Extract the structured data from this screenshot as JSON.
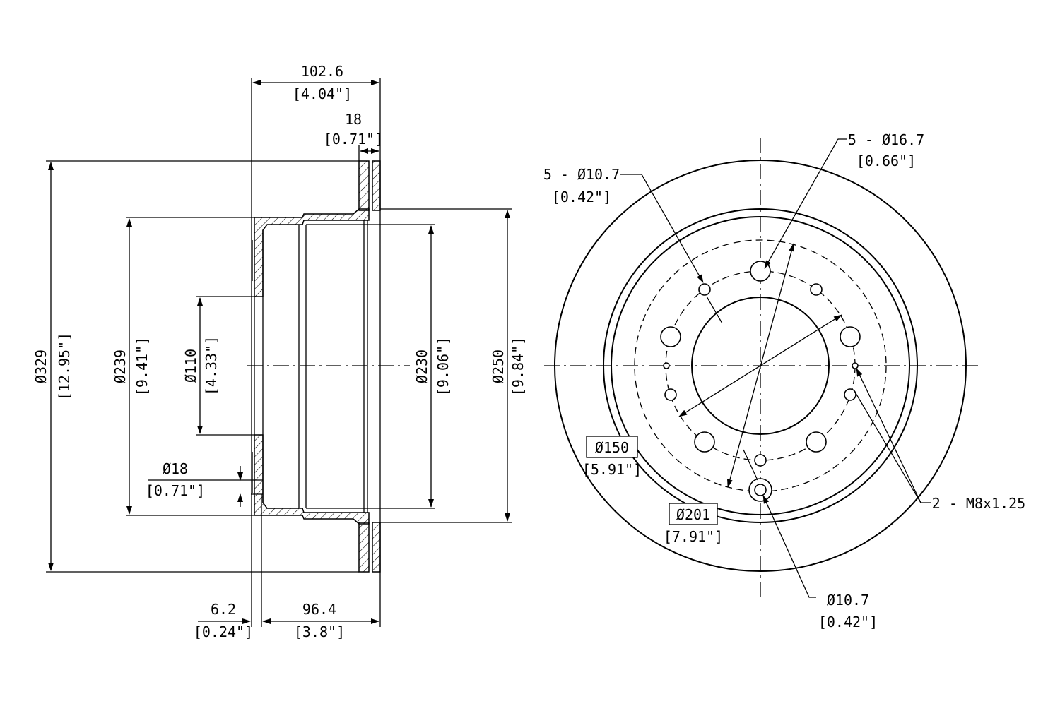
{
  "side_view": {
    "overall_width": {
      "mm": "102.6",
      "in": "[4.04\"]"
    },
    "rotor_thickness": {
      "mm": "18",
      "in": "[0.71\"]"
    },
    "outer_diameter": {
      "mm": "Ø329",
      "in": "[12.95\"]"
    },
    "hat_outer_diameter": {
      "mm": "Ø239",
      "in": "[9.41\"]"
    },
    "center_bore": {
      "mm": "Ø110",
      "in": "[4.33\"]"
    },
    "hat_inner_diameter": {
      "mm": "Ø230",
      "in": "[9.06\"]"
    },
    "hat_shoulder_diameter": {
      "mm": "Ø250",
      "in": "[9.84\"]"
    },
    "bolt_hole_detail": {
      "mm": "Ø18",
      "in": "[0.71\"]"
    },
    "hat_face_thickness": {
      "mm": "6.2",
      "in": "[0.24\"]"
    },
    "hat_height": {
      "mm": "96.4",
      "in": "[3.8\"]"
    }
  },
  "front_view": {
    "small_holes": {
      "mm": "5 - Ø10.7",
      "in": "[0.42\"]"
    },
    "large_holes": {
      "mm": "5 - Ø16.7",
      "in": "[0.66\"]"
    },
    "bolt_circle": {
      "mm": "Ø150",
      "in": "[5.91\"]"
    },
    "outer_circle": {
      "mm": "Ø201",
      "in": "[7.91\"]"
    },
    "threaded_holes": {
      "mm": "2 - M8x1.25"
    },
    "single_hole": {
      "mm": "Ø10.7",
      "in": "[0.42\"]"
    }
  }
}
